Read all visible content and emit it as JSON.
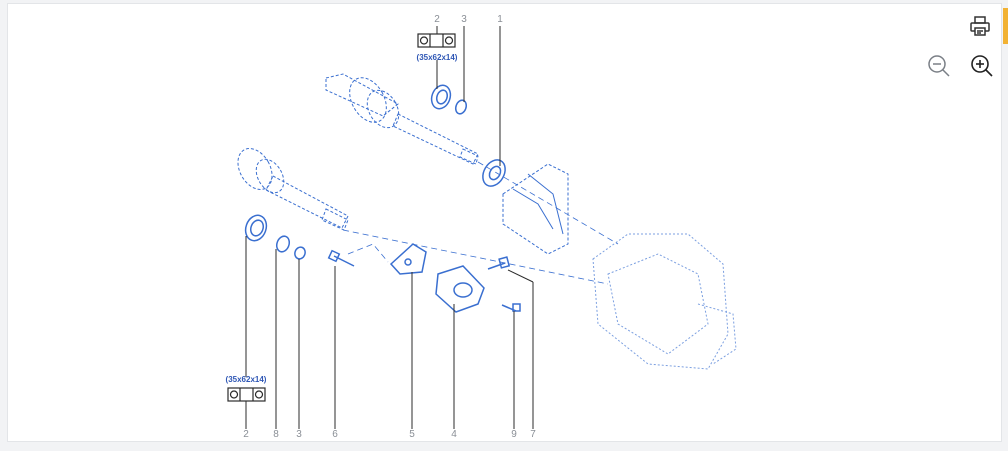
{
  "colors": {
    "line": "#3a6fd0",
    "line_light": "#7b9fe0",
    "leader": "#2b2b2b",
    "callout_text": "#8a8f96",
    "dimension_text": "#2f57b5",
    "toolbar_icon": "#333333",
    "accent": "#f2b233"
  },
  "toolbar": {
    "icons": [
      "printer-icon",
      "zoom-out-icon",
      "zoom-in-icon"
    ]
  },
  "diagram": {
    "callouts": {
      "top_2": "2",
      "top_3": "3",
      "top_1": "1",
      "bottom_2": "2",
      "bottom_8": "8",
      "bottom_3": "3",
      "bottom_6": "6",
      "bottom_5": "5",
      "bottom_4": "4",
      "bottom_9": "9",
      "bottom_7": "7"
    },
    "dimension_top": "(35x62x14)",
    "dimension_bottom": "(35x62x14)"
  }
}
